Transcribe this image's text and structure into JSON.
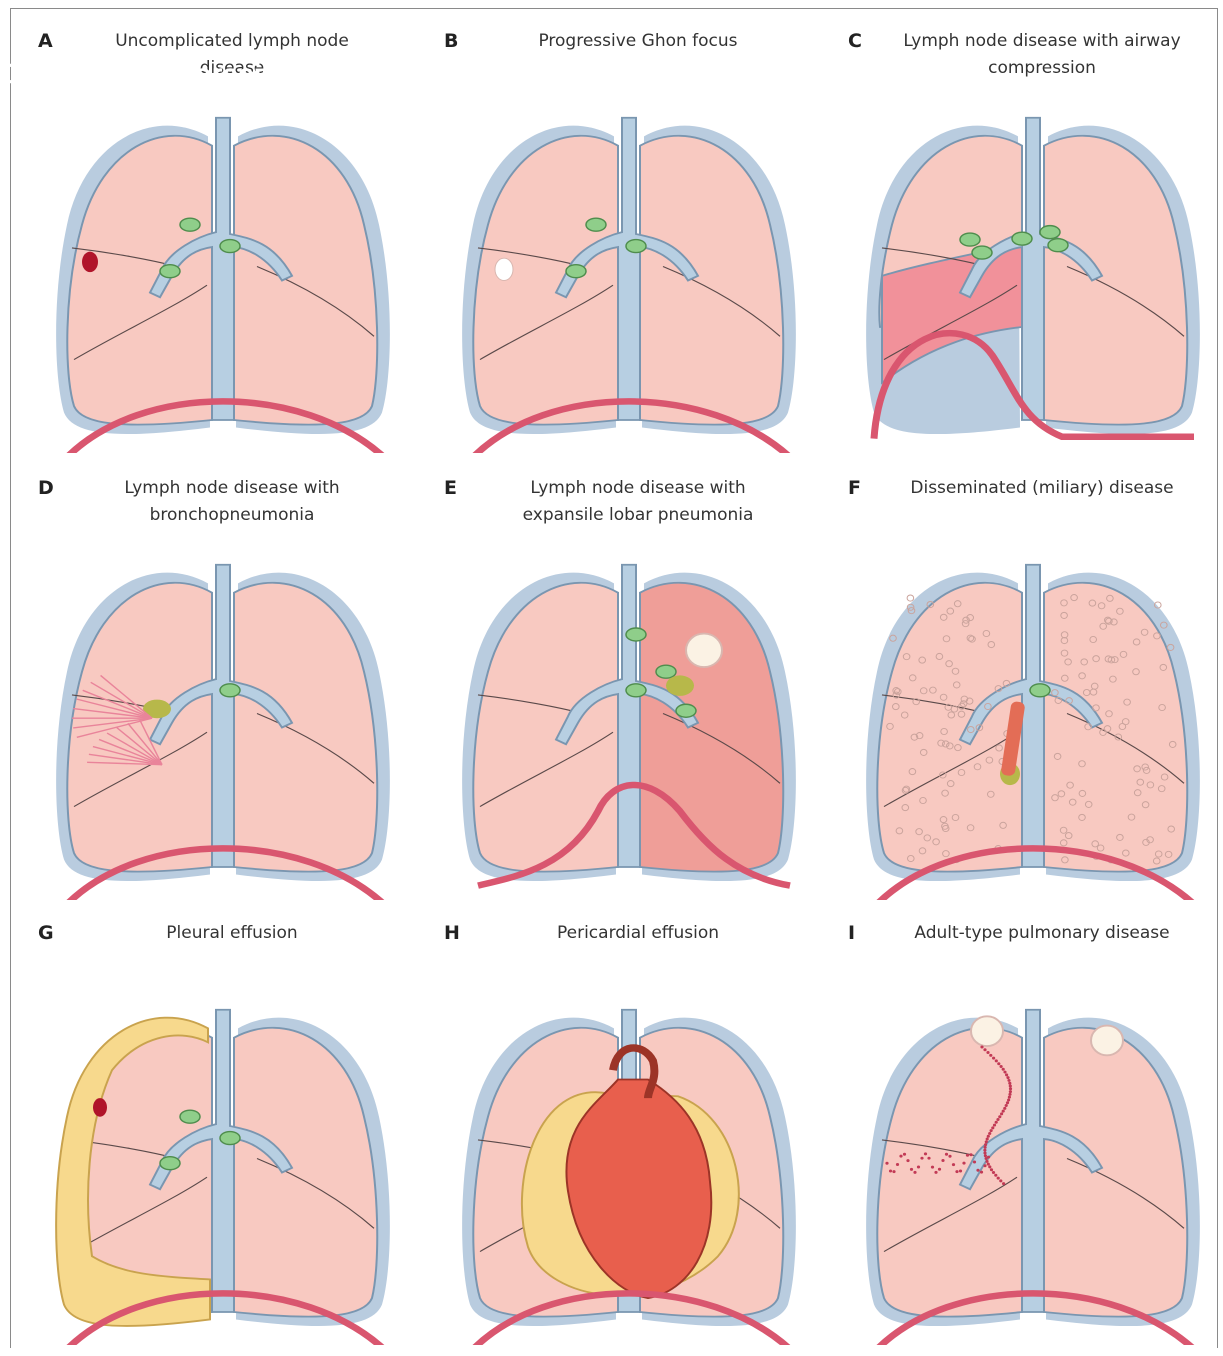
{
  "figure": {
    "overlay_text": "Clinical Intrathoracic Tuberculosis in Children",
    "panels": [
      {
        "letter": "A",
        "title": "Uncomplicated lymph node disease",
        "variant": "A"
      },
      {
        "letter": "B",
        "title": "Progressive Ghon focus",
        "variant": "B"
      },
      {
        "letter": "C",
        "title": "Lymph node disease with airway compression",
        "variant": "C"
      },
      {
        "letter": "D",
        "title": "Lymph node disease with bronchopneumonia",
        "variant": "D"
      },
      {
        "letter": "E",
        "title": "Lymph node disease with expansile lobar pneumonia",
        "variant": "E"
      },
      {
        "letter": "F",
        "title": "Disseminated (miliary) disease",
        "variant": "F"
      },
      {
        "letter": "G",
        "title": "Pleural effusion",
        "variant": "G"
      },
      {
        "letter": "H",
        "title": "Pericardial effusion",
        "variant": "H"
      },
      {
        "letter": "I",
        "title": "Adult-type pulmonary disease",
        "variant": "I"
      }
    ]
  },
  "colors": {
    "lung_fill": "#f8c9c1",
    "lung_outline": "#7a96b0",
    "pleura": "#b9ccdf",
    "airway": "#b7cfe2",
    "diaphragm": "#d9566f",
    "lymph_node": "#8fce8a",
    "ghon_focus": "#b0142a",
    "consolidation": "#f1919a",
    "effusion": "#f7d98d",
    "heart": "#e85f4d"
  }
}
